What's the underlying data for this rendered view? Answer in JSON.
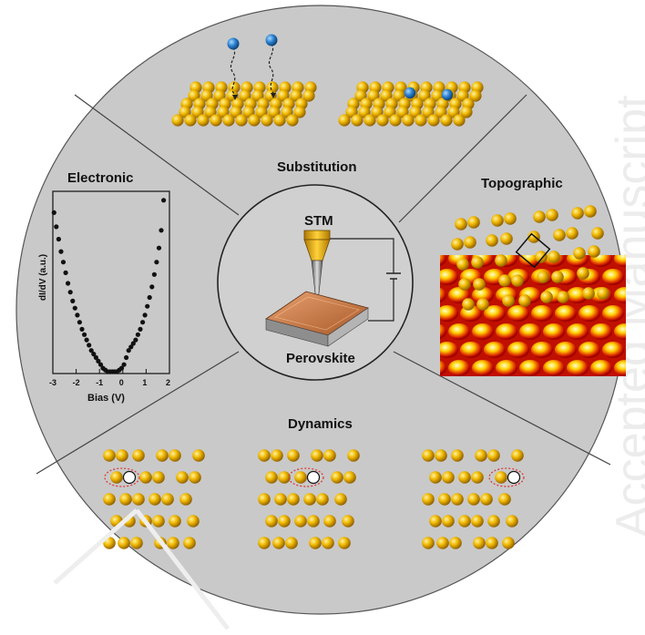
{
  "labels": {
    "substitution": "Substitution",
    "electronic": "Electronic",
    "topographic": "Topographic",
    "dynamics": "Dynamics",
    "stm": "STM",
    "perovskite": "Perovskite"
  },
  "watermark": {
    "right": "Accepted Manuscript"
  },
  "colors": {
    "disk": "#c9c9c9",
    "atom": "#e0a900",
    "adatom": "#1f6fb3",
    "tip": "#f2b400",
    "sample": "#c77a4a",
    "vacancy_ring": "#e03030"
  },
  "chart_data": {
    "type": "scatter",
    "title": "",
    "xlabel": "Bias (V)",
    "ylabel": "dI/dV (a.u.)",
    "xlim": [
      -3,
      2
    ],
    "xticks": [
      "-3",
      "-2",
      "-1",
      "0",
      "1",
      "2"
    ],
    "x": [
      -2.95,
      -2.85,
      -2.75,
      -2.65,
      -2.55,
      -2.45,
      -2.35,
      -2.25,
      -2.15,
      -2.05,
      -1.95,
      -1.85,
      -1.75,
      -1.65,
      -1.55,
      -1.45,
      -1.35,
      -1.25,
      -1.15,
      -1.05,
      -0.95,
      -0.85,
      -0.75,
      -0.65,
      -0.55,
      -0.45,
      -0.35,
      -0.25,
      -0.15,
      -0.05,
      0.05,
      0.15,
      0.25,
      0.35,
      0.45,
      0.55,
      0.65,
      0.75,
      0.85,
      0.95,
      1.05,
      1.15,
      1.25,
      1.35,
      1.45,
      1.55,
      1.65,
      1.75
    ],
    "y": [
      0.9,
      0.82,
      0.75,
      0.68,
      0.62,
      0.56,
      0.5,
      0.45,
      0.4,
      0.36,
      0.32,
      0.28,
      0.24,
      0.21,
      0.18,
      0.15,
      0.12,
      0.1,
      0.08,
      0.06,
      0.04,
      0.02,
      0.01,
      0.0,
      0.0,
      0.0,
      0.0,
      0.0,
      0.01,
      0.02,
      0.04,
      0.08,
      0.12,
      0.14,
      0.16,
      0.18,
      0.21,
      0.24,
      0.28,
      0.32,
      0.37,
      0.42,
      0.48,
      0.55,
      0.62,
      0.7,
      0.8,
      0.97
    ],
    "grid": false
  }
}
